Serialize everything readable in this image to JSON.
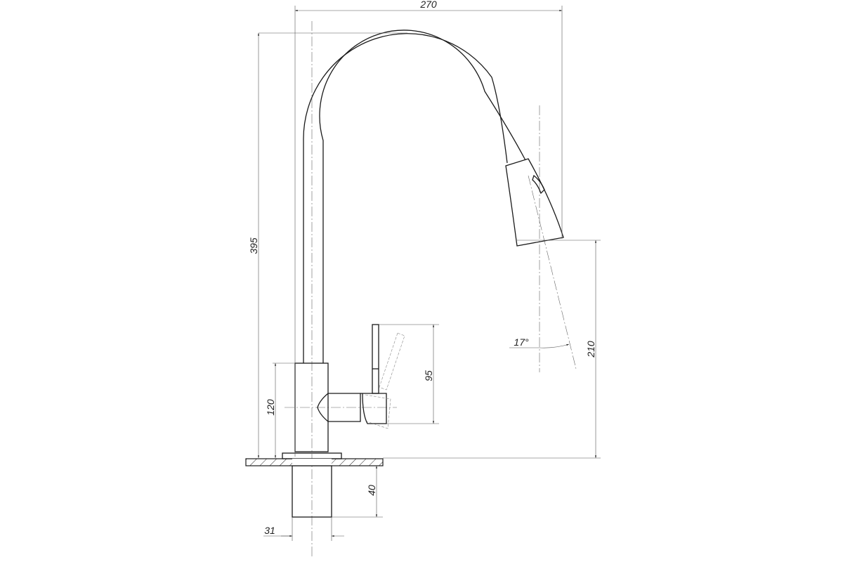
{
  "drawing": {
    "title": "Faucet dimension drawing",
    "dimensions": {
      "width_total": "270",
      "height_total": "395",
      "spout_height": "210",
      "spray_angle": "17°",
      "lever_height": "95",
      "body_height": "120",
      "shank_length": "40",
      "shank_diameter": "31"
    }
  }
}
